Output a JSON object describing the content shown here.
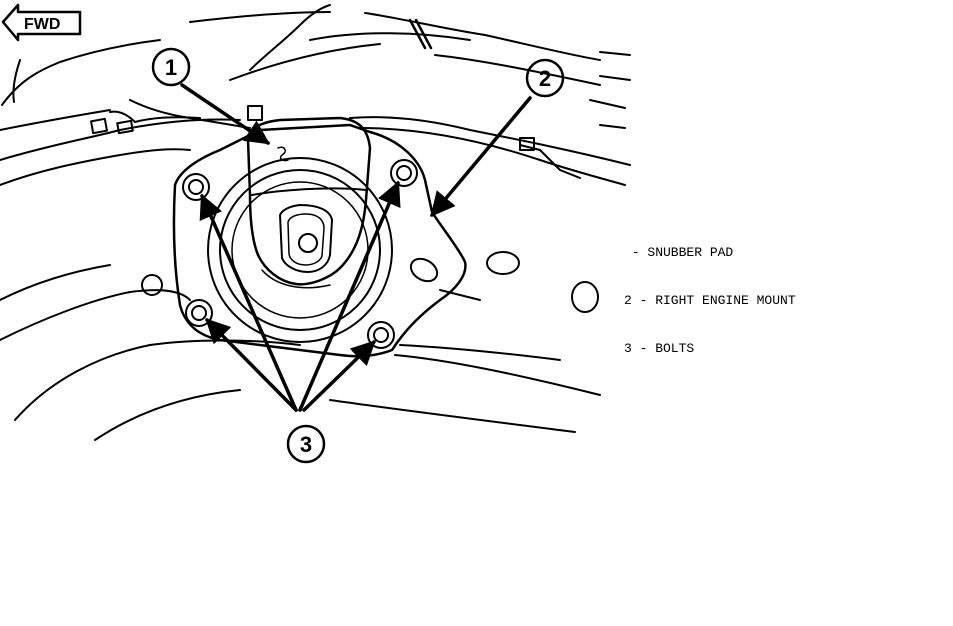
{
  "direction_badge": {
    "label": "FWD"
  },
  "callouts": [
    {
      "id": "callout-1",
      "number": "1"
    },
    {
      "id": "callout-2",
      "number": "2"
    },
    {
      "id": "callout-3",
      "number": "3"
    }
  ],
  "legend": [
    {
      "text": " - SNUBBER PAD"
    },
    {
      "text": "2 - RIGHT ENGINE MOUNT"
    },
    {
      "text": "3 - BOLTS"
    }
  ],
  "colors": {
    "line": "#000000",
    "background": "#ffffff"
  }
}
